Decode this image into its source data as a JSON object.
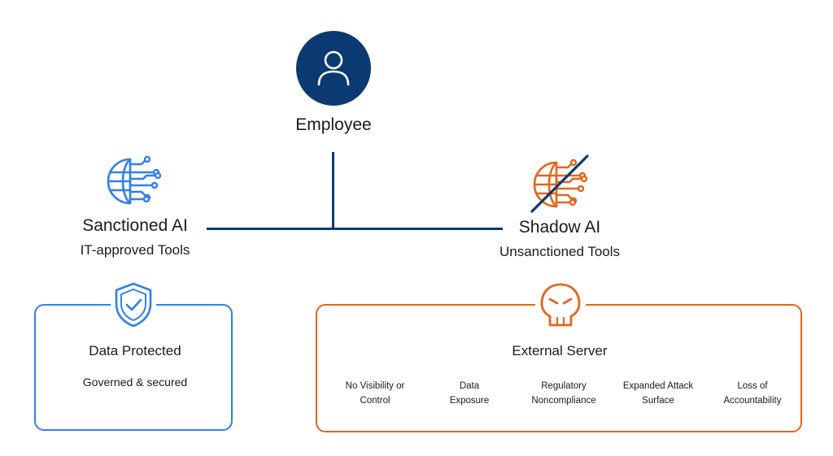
{
  "employee": {
    "label": "Employee",
    "icon": "user-icon"
  },
  "sanctioned": {
    "title": "Sanctioned AI",
    "subtitle": "IT-approved Tools",
    "icon": "ai-globe-icon",
    "color": "#2f80ed",
    "box": {
      "icon": "shield-check-icon",
      "title": "Data Protected",
      "subtitle": "Governed & secured"
    }
  },
  "shadow": {
    "title": "Shadow AI",
    "subtitle": "Unsanctioned Tools",
    "icon": "ai-globe-crossed-icon",
    "color": "#e8641b",
    "box": {
      "icon": "skull-icon",
      "title": "External Server",
      "risks": [
        "No Visibility or\nControl",
        "Data\nExposure",
        "Regulatory\nNoncompliance",
        "Expanded Attack\nSurface",
        "Loss of\nAccountability"
      ]
    }
  },
  "colors": {
    "connector": "#0b3a73",
    "sanctioned": "#2f80ed",
    "shadow": "#e8641b"
  }
}
